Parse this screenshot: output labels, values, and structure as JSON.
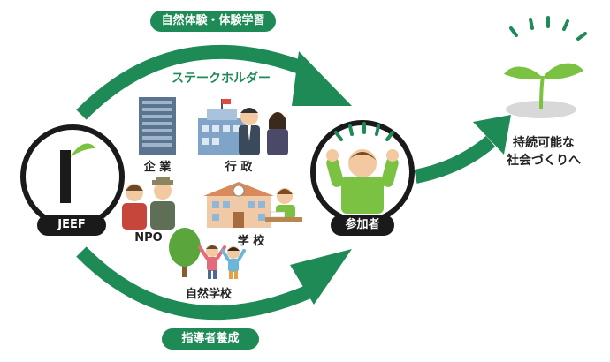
{
  "top_label": "自然体験・体験学習",
  "bottom_label": "指導者養成",
  "stakeholders_title": "ステークホルダー",
  "org": {
    "name": "JEEF"
  },
  "participants_label": "参加者",
  "goal": {
    "line1": "持続可能な",
    "line2": "社会づくりへ"
  },
  "stakeholders": {
    "company": "企 業",
    "government": "行 政",
    "npo": "NPO",
    "school": "学 校",
    "nature_school": "自然学校"
  },
  "colors": {
    "accent": "#1e8a55",
    "dark": "#1a1a1a",
    "leaf": "#7cc242"
  }
}
